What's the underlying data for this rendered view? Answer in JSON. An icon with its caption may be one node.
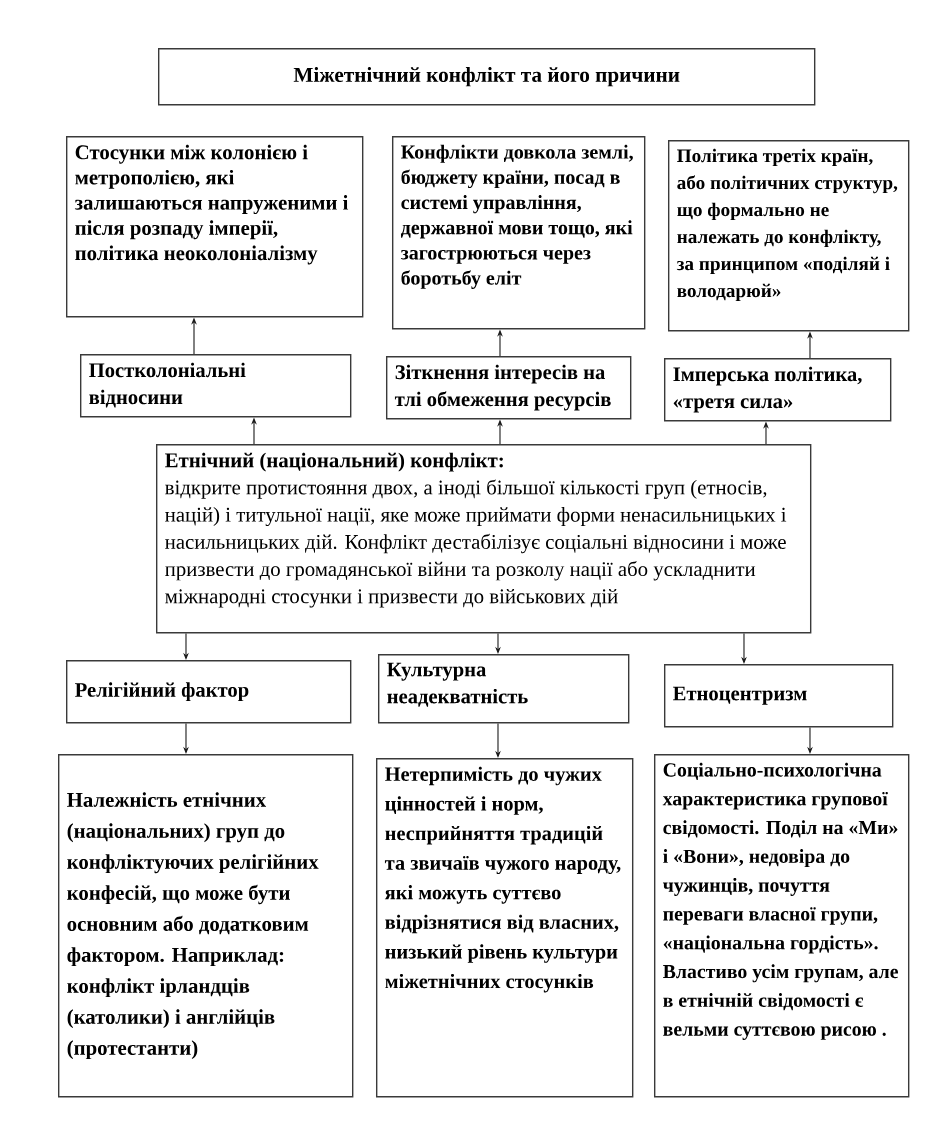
{
  "diagram": {
    "nodes": [
      {
        "text": [
          "Міжетнічний конфлікт та його причини"
        ]
      },
      {
        "text": [
          "Стосунки між колонією і метрополією, які залишаються напруженими і після розпаду імперії, політика неоколоніалізму"
        ]
      },
      {
        "text": [
          "Конфлікти довкола землі, бюджету країни, посад в системі управління, державної мови тощо, які загострюються через боротьбу еліт"
        ]
      },
      {
        "text": [
          "Політика третіх країн, або політичних структур, що формально не належать до конфлікту, за принципом «поділяй і володарюй»"
        ]
      },
      {
        "text": [
          "Постколоніальні відносини"
        ]
      },
      {
        "text": [
          "Зіткнення інтересів на тлі обмеження ресурсів"
        ]
      },
      {
        "text": [
          "Імперська політика, «третя сила»"
        ]
      },
      {
        "text": [
          "Етнічний (національний) конфлікт:",
          "відкрите протистояння двох, а іноді більшої кількості груп (етносів, націй) і титульної нації, яке може приймати форми ненасильницьких і насильницьких дій. Конфлікт дестабілізує соціальні відносини і може призвести до громадянської війни та розколу нації або ускладнити міжнародні стосунки і призвести до військових дій"
        ]
      },
      {
        "text": [
          "Релігійний фактор"
        ]
      },
      {
        "text": [
          "Культурна неадекватність"
        ]
      },
      {
        "text": [
          "Етноцентризм"
        ]
      },
      {
        "text": [
          "Належність етнічних (національних) груп до конфліктуючих релігійних конфесій, що може бути основним або додатковим фактором. Наприклад: конфлікт ірландців (католики) і англійців (протестанти)"
        ]
      },
      {
        "text": [
          "Нетерпимість до чужих цінностей і норм, несприйняття традицій та звичаїв чужого народу, які можуть суттєво відрізнятися від власних, низький рівень культури міжетнічних стосунків"
        ]
      },
      {
        "text": [
          "Соціально-психологічна характеристика групової свідомості. Поділ на «Ми» і «Вони», недовіра до чужинців, почуття переваги власної групи, «національна гордість». Властиво усім групам, але в етнічній свідомості є вельми суттєвою рисою ."
        ]
      }
    ],
    "edges": [
      {
        "from": 4,
        "to": 1,
        "arrow": "to"
      },
      {
        "from": 5,
        "to": 2,
        "arrow": "to"
      },
      {
        "from": 6,
        "to": 3,
        "arrow": "to"
      },
      {
        "from": 7,
        "to": 4,
        "arrow": "to"
      },
      {
        "from": 7,
        "to": 5,
        "arrow": "to"
      },
      {
        "from": 7,
        "to": 6,
        "arrow": "to"
      },
      {
        "from": 7,
        "to": 8,
        "arrow": "to"
      },
      {
        "from": 7,
        "to": 9,
        "arrow": "to"
      },
      {
        "from": 7,
        "to": 10,
        "arrow": "to"
      },
      {
        "from": 8,
        "to": 11,
        "arrow": "to"
      },
      {
        "from": 9,
        "to": 12,
        "arrow": "to"
      },
      {
        "from": 10,
        "to": 13,
        "arrow": "to"
      }
    ]
  }
}
